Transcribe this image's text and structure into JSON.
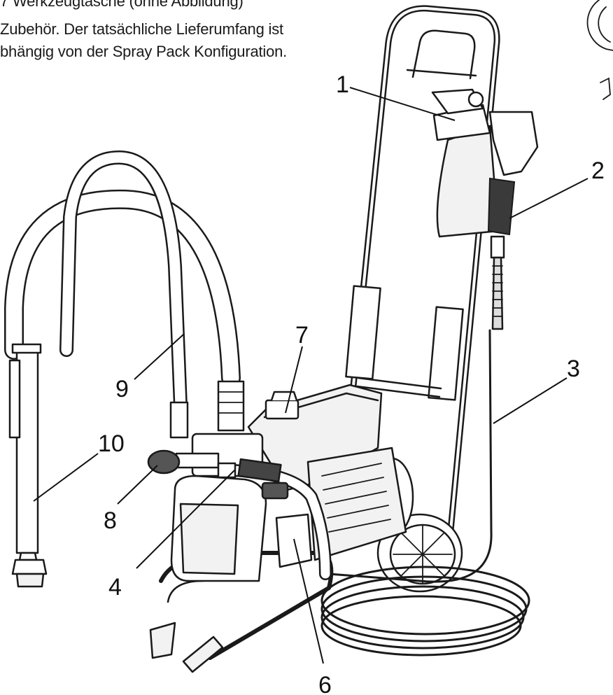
{
  "text": {
    "line1": "7  Werkzeugtasche (ohne Abbildung)",
    "line2": "Zubehör. Der tatsächliche Lieferumfang ist",
    "line3": "bhängig von der Spray Pack Konfiguration."
  },
  "callouts": {
    "c1": "1",
    "c2": "2",
    "c3": "3",
    "c4": "4",
    "c6": "6",
    "c7": "7",
    "c8": "8",
    "c9": "9",
    "c10": "10"
  }
}
